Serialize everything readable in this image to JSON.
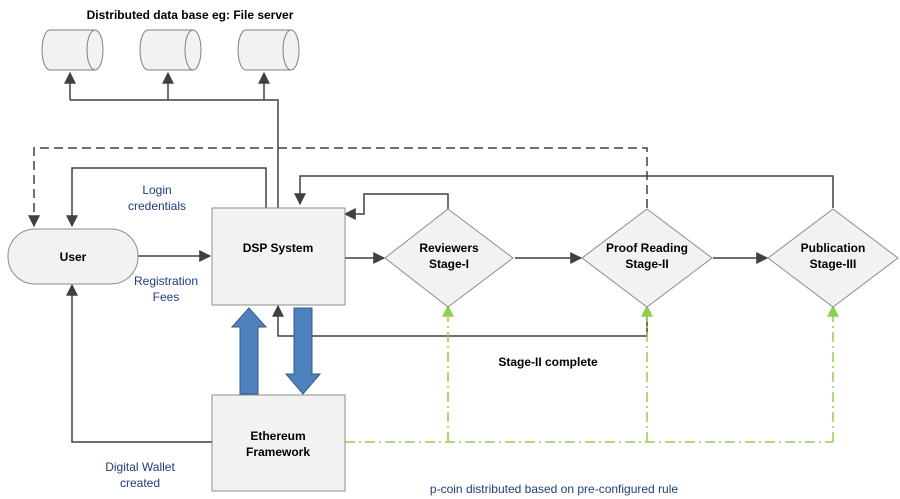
{
  "title": "Distributed data base eg: File server",
  "nodes": {
    "user": "User",
    "dsp": "DSP System",
    "ethereum": [
      "Ethereum",
      "Framework"
    ],
    "reviewers": [
      "Reviewers",
      "Stage-I"
    ],
    "proof": [
      "Proof Reading",
      "Stage-II"
    ],
    "publication": [
      "Publication",
      "Stage-III"
    ]
  },
  "labels": {
    "login": [
      "Login",
      "credentials"
    ],
    "registration": [
      "Registration",
      "Fees"
    ],
    "wallet": [
      "Digital Wallet",
      "created"
    ],
    "stage2_complete": "Stage-II complete",
    "pcoin": "p-coin distributed based on pre-configured rule"
  },
  "colors": {
    "line": "#404040",
    "box_fill": "#f2f2f2",
    "box_stroke": "#8c8c8c",
    "blue_arrow": "#4f81bd",
    "blue_arrow_stroke": "#2f5a8e",
    "green_dash": "#8fd14f",
    "label_blue": "#1f3d7a"
  }
}
